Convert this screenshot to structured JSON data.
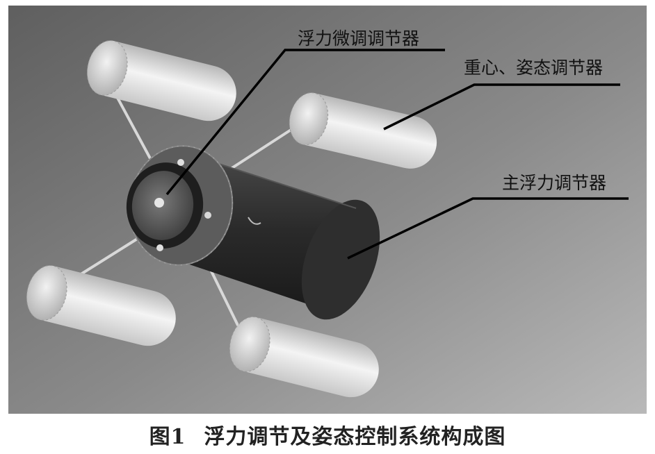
{
  "labels": {
    "fine_buoyancy_regulator": "浮力微调调节器",
    "center_attitude_regulator": "重心、姿态调节器",
    "main_buoyancy_regulator": "主浮力调节器"
  },
  "caption": {
    "figure_number": "图1",
    "title": "浮力调节及姿态控制系统构成图"
  }
}
